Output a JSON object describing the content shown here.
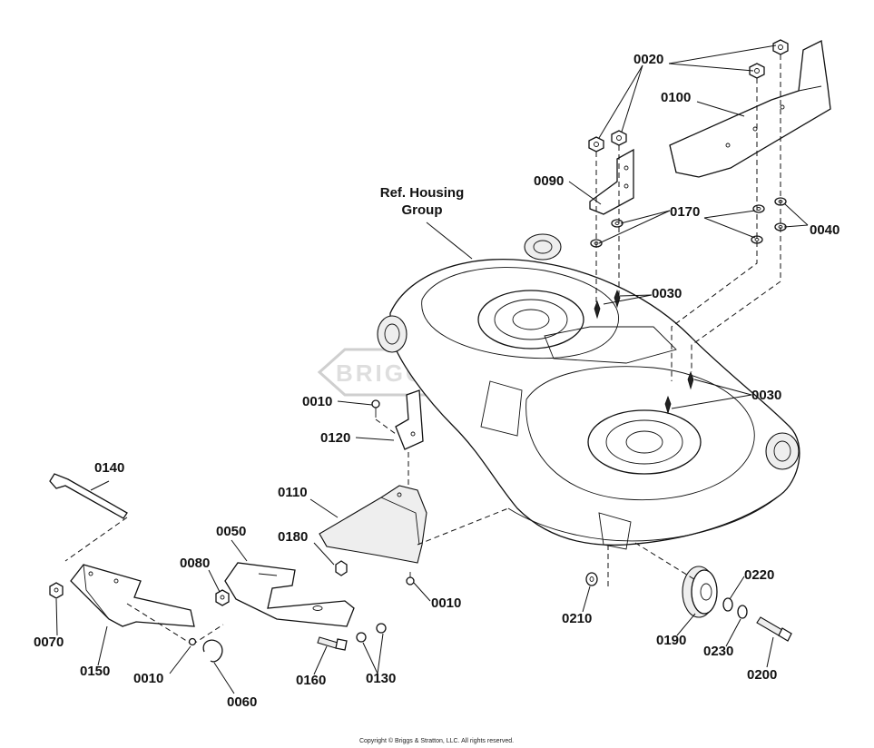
{
  "diagram": {
    "reference_label_line1": "Ref. Housing",
    "reference_label_line2": "Group",
    "watermark_text": "BRIGGS&STRATTON",
    "copyright": "Copyright © Briggs & Stratton, LLC. All rights reserved.",
    "part_labels": {
      "p0020": "0020",
      "p0100": "0100",
      "p0090": "0090",
      "p0170": "0170",
      "p0040": "0040",
      "p0030a": "0030",
      "p0030b": "0030",
      "p0010a": "0010",
      "p0120": "0120",
      "p0140": "0140",
      "p0110": "0110",
      "p0050": "0050",
      "p0180": "0180",
      "p0080": "0080",
      "p0010b": "0010",
      "p0070": "0070",
      "p0150": "0150",
      "p0010c": "0010",
      "p0060": "0060",
      "p0160": "0160",
      "p0130": "0130",
      "p0210": "0210",
      "p0220": "0220",
      "p0190": "0190",
      "p0230": "0230",
      "p0200": "0200"
    }
  }
}
